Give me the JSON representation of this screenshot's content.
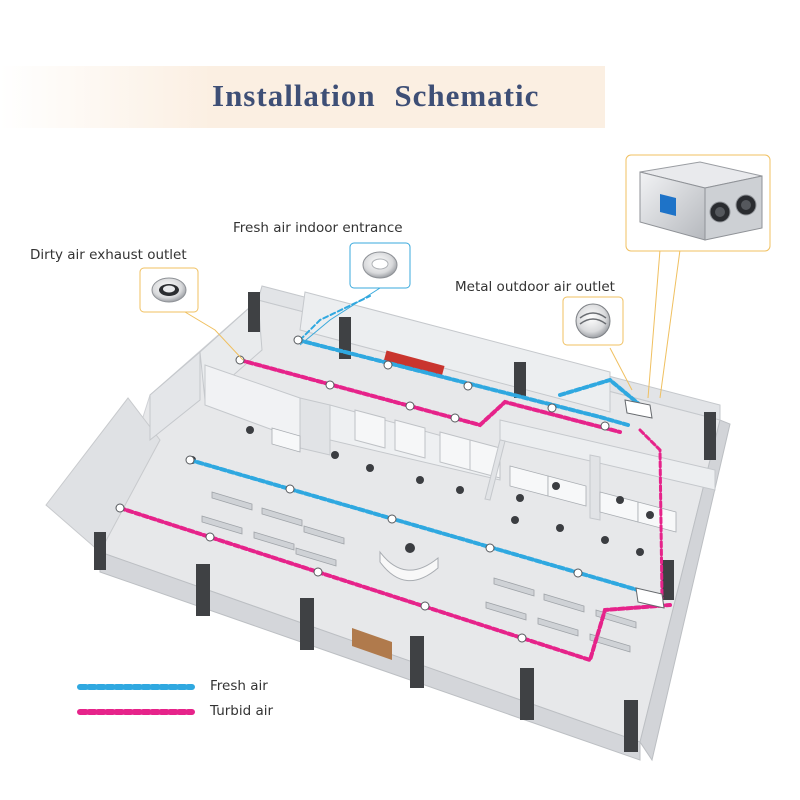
{
  "title": "Installation  Schematic",
  "callouts": {
    "fresh_air_indoor_entrance": "Fresh air indoor entrance",
    "dirty_air_exhaust_outlet": "Dirty air exhaust outlet",
    "metal_outdoor_air_outlet": "Metal outdoor air outlet"
  },
  "legend": [
    {
      "label": "Fresh air",
      "color": "#2fa8e0"
    },
    {
      "label": "Turbid air",
      "color": "#e6238a"
    }
  ],
  "colors": {
    "title": "#3e4f76",
    "callout_line": "#f0c060",
    "callout_line_blue": "#39a9dc",
    "floor": "#e7e8ea",
    "wall": "#dcdee2",
    "pillar": "#3f4144"
  },
  "icons": [
    "ventilation-unit-icon",
    "round-diffuser-icon",
    "metal-louvre-icon"
  ]
}
